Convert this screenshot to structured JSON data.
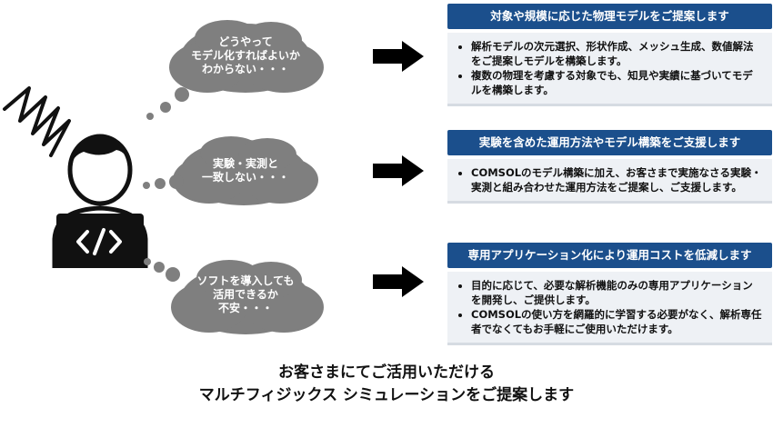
{
  "concerns": [
    {
      "text": "どうやって\nモデル化すればよいか\nわからない・・・"
    },
    {
      "text": "実験・実測と\n一致しない・・・"
    },
    {
      "text": "ソフトを導入しても\n活用できるか\n不安・・・"
    }
  ],
  "solutions": [
    {
      "title": "対象や規模に応じた物理モデルをご提案します",
      "bullets": [
        "解析モデルの次元選択、形状作成、メッシュ生成、数値解法をご提案しモデルを構築します。",
        "複数の物理を考慮する対象でも、知見や実績に基づいてモデルを構築します。"
      ]
    },
    {
      "title": "実験を含めた運用方法やモデル構築をご支援します",
      "bullets": [
        "COMSOLのモデル構築に加え、お客さまで実施なさる実験・実測と組み合わせた運用方法をご提案し、ご支援します。"
      ]
    },
    {
      "title": "専用アプリケーション化により運用コストを低減します",
      "bullets": [
        "目的に応じて、必要な解析機能のみの専用アプリケーションを開発し、ご提供します。",
        "COMSOLの使い方を網羅的に学習する必要がなく、解析専任者でなくてもお手軽にご使用いただけます。"
      ]
    }
  ],
  "footer": {
    "line1": "お客さまにてご活用いただける",
    "line2": "マルチフィジックス シミュレーションをご提案します"
  },
  "colors": {
    "header_bg": "#1b4f8c",
    "body_bg": "#eef1f5",
    "cloud": "#7f7f7f",
    "arrow": "#000000"
  },
  "icons": {
    "person": "person-with-laptop-icon",
    "laptop_symbol": "code-icon",
    "stress": "scribble-icon"
  }
}
